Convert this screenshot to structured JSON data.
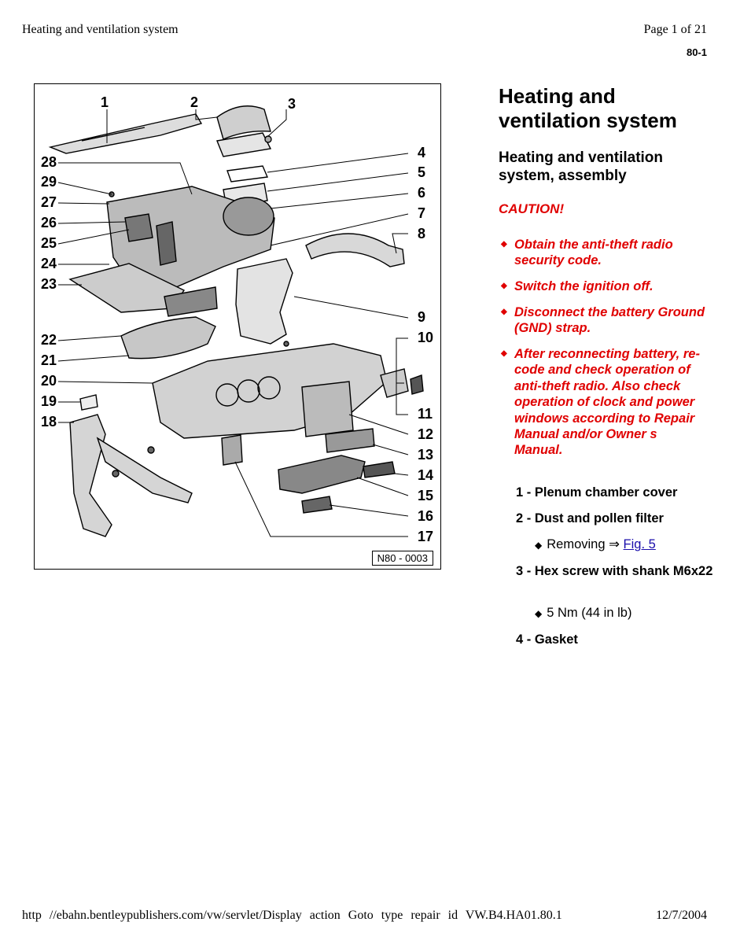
{
  "header": {
    "doc_title": "Heating and ventilation system",
    "page_indicator": "Page 1 of 21",
    "section_code": "80-1"
  },
  "figure": {
    "callouts": [
      "1",
      "2",
      "3",
      "4",
      "5",
      "6",
      "7",
      "8",
      "9",
      "10",
      "11",
      "12",
      "13",
      "14",
      "15",
      "16",
      "17",
      "18",
      "19",
      "20",
      "21",
      "22",
      "23",
      "24",
      "25",
      "26",
      "27",
      "28",
      "29"
    ],
    "figure_id": "N80 - 0003"
  },
  "content": {
    "title": "Heating and ventilation system",
    "subtitle": "Heating and ventilation system, assembly",
    "caution_heading": "CAUTION!",
    "accent_color": "#e00000",
    "link_color": "#1a0dab",
    "warnings": [
      "Obtain the anti-theft radio security code.",
      "Switch the ignition off.",
      "Disconnect the battery Ground (GND) strap.",
      "After reconnecting battery, re-code and check operation of anti-theft radio. Also check operation of clock and power windows according to Repair Manual and/or Owner s Manual."
    ],
    "items": [
      {
        "num": "1 -",
        "label": "Plenum chamber cover"
      },
      {
        "num": "2 -",
        "label": "Dust and pollen filter"
      },
      {
        "num": "3 -",
        "label": "Hex screw with shank M6x22"
      },
      {
        "num": "4 -",
        "label": "Gasket"
      }
    ],
    "sub_items": {
      "removing_label": "Removing",
      "removing_arrow": "⇒",
      "removing_link": "Fig. 5",
      "torque": "5 Nm (44 in lb)"
    }
  },
  "footer": {
    "url": "http //ebahn.bentleypublishers.com/vw/servlet/Display action Goto type repair id VW.B4.HA01.80.1",
    "date": "12/7/2004"
  }
}
